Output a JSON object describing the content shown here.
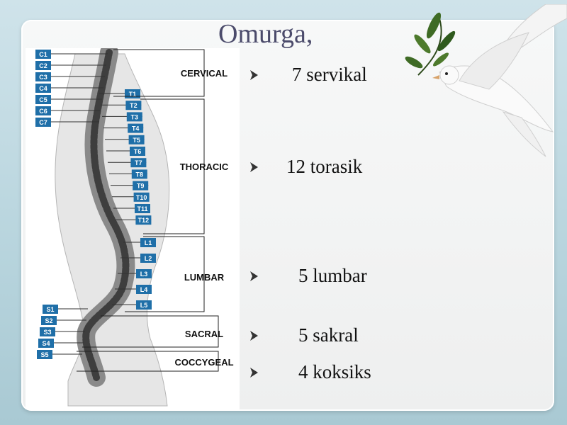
{
  "slide": {
    "title": "Omurga,",
    "bullets": [
      {
        "text": "7 servikal"
      },
      {
        "text": "12 torasik"
      },
      {
        "text": "5 lumbar"
      },
      {
        "text": "5 sakral"
      },
      {
        "text": "4 koksiks"
      }
    ]
  },
  "diagram": {
    "regions": {
      "cervical": "CERVICAL",
      "thoracic": "THORACIC",
      "lumbar": "LUMBAR",
      "sacral": "SACRAL",
      "coccygeal": "COCCYGEAL"
    },
    "cervical_labels": [
      "C1",
      "C2",
      "C3",
      "C4",
      "C5",
      "C6",
      "C7"
    ],
    "thoracic_labels": [
      "T1",
      "T2",
      "T3",
      "T4",
      "T5",
      "T6",
      "T7",
      "T8",
      "T9",
      "T10",
      "T11",
      "T12"
    ],
    "lumbar_labels": [
      "L1",
      "L2",
      "L3",
      "L4",
      "L5"
    ],
    "sacral_labels": [
      "S1",
      "S2",
      "S3",
      "S4",
      "S5"
    ],
    "colors": {
      "label_box": "#1f6fa8",
      "bullet_arrow": "#333333",
      "title": "#4b4b6b"
    }
  }
}
